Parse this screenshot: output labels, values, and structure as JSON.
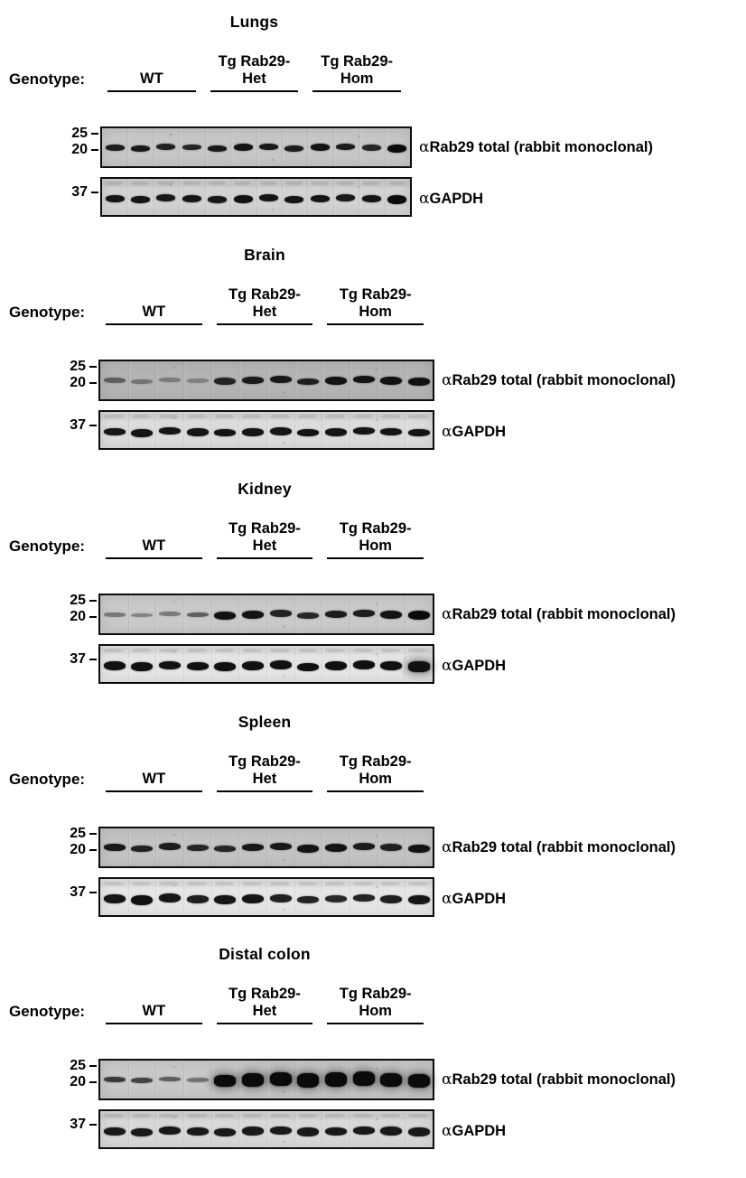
{
  "figure": {
    "genotype_label": "Genotype:",
    "lane_count": 12,
    "lanes_per_group": 4,
    "band_color": "#0b0b0b",
    "groups": [
      {
        "label_lines": [
          "WT"
        ]
      },
      {
        "label_lines": [
          "Tg Rab29-",
          "Het"
        ]
      },
      {
        "label_lines": [
          "Tg Rab29-",
          "Hom"
        ]
      }
    ],
    "panels": [
      {
        "title": "Lungs",
        "blots": [
          {
            "antibody_alpha": "α",
            "antibody_label": "Rab29 total (rabbit monoclonal)",
            "markers": [
              {
                "label": "25",
                "pos": 0.2
              },
              {
                "label": "20",
                "pos": 0.63
              }
            ],
            "background": "#c6c6c6",
            "band_intensity": [
              0.9,
              0.92,
              0.88,
              0.85,
              0.92,
              0.95,
              0.93,
              0.9,
              0.95,
              0.9,
              0.86,
              1.0
            ],
            "band_thickness": [
              7,
              7,
              7,
              6,
              7,
              8,
              7,
              7,
              8,
              7,
              7,
              9
            ]
          },
          {
            "antibody_alpha": "α",
            "antibody_label": "GAPDH",
            "markers": [
              {
                "label": "37",
                "pos": 0.42
              }
            ],
            "background": "#d2d2d2",
            "band_intensity": [
              0.95,
              0.95,
              0.93,
              0.95,
              0.93,
              0.96,
              0.95,
              0.95,
              0.95,
              0.93,
              0.95,
              1.0
            ],
            "band_thickness": [
              8,
              8,
              8,
              8,
              8,
              9,
              8,
              8,
              8,
              8,
              8,
              10
            ]
          }
        ]
      },
      {
        "title": "Brain",
        "blots": [
          {
            "antibody_alpha": "α",
            "antibody_label": "Rab29 total (rabbit monoclonal)",
            "markers": [
              {
                "label": "25",
                "pos": 0.2
              },
              {
                "label": "20",
                "pos": 0.63
              }
            ],
            "background": "#b4b4b4",
            "band_intensity": [
              0.5,
              0.38,
              0.34,
              0.3,
              0.85,
              0.9,
              0.92,
              0.88,
              0.95,
              0.95,
              0.95,
              0.96
            ],
            "band_thickness": [
              6,
              5,
              5,
              5,
              8,
              8,
              8,
              7,
              9,
              8,
              9,
              9
            ]
          },
          {
            "antibody_alpha": "α",
            "antibody_label": "GAPDH",
            "markers": [
              {
                "label": "37",
                "pos": 0.42
              }
            ],
            "background": "#dcdcdc",
            "band_intensity": [
              0.95,
              0.95,
              0.95,
              0.95,
              0.95,
              0.95,
              0.95,
              0.95,
              0.95,
              0.95,
              0.95,
              0.95
            ],
            "band_thickness": [
              8,
              9,
              8,
              9,
              8,
              9,
              9,
              8,
              9,
              8,
              8,
              8
            ]
          }
        ]
      },
      {
        "title": "Kidney",
        "blots": [
          {
            "antibody_alpha": "α",
            "antibody_label": "Rab29 total (rabbit monoclonal)",
            "markers": [
              {
                "label": "25",
                "pos": 0.2
              },
              {
                "label": "20",
                "pos": 0.63
              }
            ],
            "background": "#c9c9c9",
            "band_intensity": [
              0.42,
              0.36,
              0.42,
              0.55,
              0.96,
              0.95,
              0.88,
              0.85,
              0.9,
              0.9,
              0.95,
              1.0
            ],
            "band_thickness": [
              5,
              4,
              5,
              5,
              9,
              9,
              8,
              7,
              8,
              8,
              9,
              10
            ]
          },
          {
            "antibody_alpha": "α",
            "antibody_label": "GAPDH",
            "markers": [
              {
                "label": "37",
                "pos": 0.42
              }
            ],
            "background": "#e4e4e4",
            "band_intensity": [
              0.97,
              0.97,
              0.97,
              0.97,
              0.97,
              0.97,
              0.97,
              0.97,
              0.97,
              0.97,
              0.97,
              0.97
            ],
            "band_thickness": [
              10,
              10,
              9,
              9,
              10,
              10,
              10,
              9,
              10,
              10,
              10,
              12
            ]
          }
        ]
      },
      {
        "title": "Spleen",
        "blots": [
          {
            "antibody_alpha": "α",
            "antibody_label": "Rab29 total (rabbit monoclonal)",
            "markers": [
              {
                "label": "25",
                "pos": 0.2
              },
              {
                "label": "20",
                "pos": 0.63
              }
            ],
            "background": "#c3c3c3",
            "band_intensity": [
              0.92,
              0.88,
              0.9,
              0.85,
              0.85,
              0.92,
              0.92,
              0.95,
              0.95,
              0.9,
              0.88,
              0.95
            ],
            "band_thickness": [
              8,
              7,
              8,
              7,
              7,
              8,
              8,
              9,
              9,
              8,
              8,
              9
            ]
          },
          {
            "antibody_alpha": "α",
            "antibody_label": "GAPDH",
            "markers": [
              {
                "label": "37",
                "pos": 0.42
              }
            ],
            "background": "#e6e6e6",
            "band_intensity": [
              0.95,
              0.97,
              0.95,
              0.9,
              0.95,
              0.95,
              0.9,
              0.88,
              0.86,
              0.88,
              0.9,
              0.95
            ],
            "band_thickness": [
              10,
              11,
              10,
              9,
              10,
              10,
              9,
              8,
              8,
              8,
              9,
              10
            ]
          }
        ]
      },
      {
        "title": "Distal colon",
        "blots": [
          {
            "antibody_alpha": "α",
            "antibody_label": "Rab29 total (rabbit monoclonal)",
            "markers": [
              {
                "label": "25",
                "pos": 0.2
              },
              {
                "label": "20",
                "pos": 0.63
              }
            ],
            "background": "#c8c8c8",
            "band_intensity": [
              0.75,
              0.7,
              0.55,
              0.45,
              1.0,
              1.0,
              1.0,
              1.0,
              1.0,
              1.0,
              1.0,
              1.0
            ],
            "band_thickness": [
              6,
              6,
              5,
              5,
              13,
              15,
              15,
              16,
              16,
              16,
              15,
              15
            ]
          },
          {
            "antibody_alpha": "α",
            "antibody_label": "GAPDH",
            "markers": [
              {
                "label": "37",
                "pos": 0.42
              }
            ],
            "background": "#d8d8d8",
            "band_intensity": [
              0.93,
              0.93,
              0.93,
              0.93,
              0.93,
              0.93,
              0.93,
              0.93,
              0.93,
              0.93,
              0.93,
              0.93
            ],
            "band_thickness": [
              9,
              9,
              9,
              9,
              9,
              10,
              9,
              10,
              9,
              9,
              10,
              10
            ]
          }
        ]
      }
    ]
  }
}
